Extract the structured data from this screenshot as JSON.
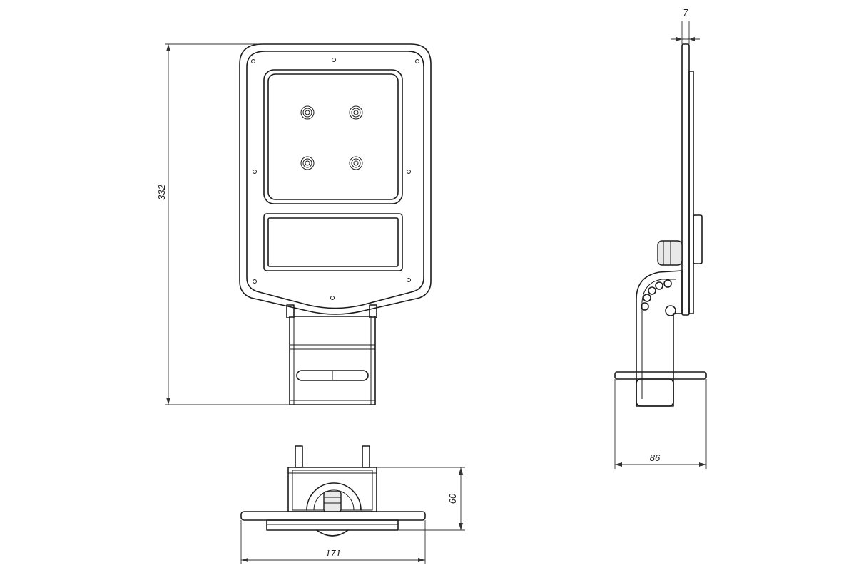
{
  "dimensions": {
    "front_height": "332",
    "bottom_width": "171",
    "bottom_height": "60",
    "side_depth": "86",
    "side_thickness": "7"
  },
  "views": [
    "front-view",
    "bottom-view",
    "side-view"
  ]
}
